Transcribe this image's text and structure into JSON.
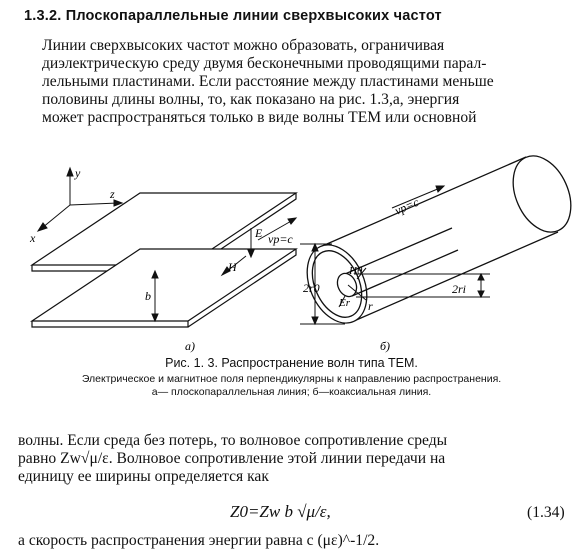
{
  "heading": "1.3.2. Плоскопараллельные линии сверхвысоких частот",
  "para1_lines": [
    "Линии сверхвысоких частот можно образовать, ограничивая",
    "диэлектрическую среду двумя бесконечными проводящими парал-",
    "лельными пластинами. Если расстояние между пластинами меньше",
    "половины длины волны, то, как показано на рис. 1.3,а, энергия",
    "может распространяться только в виде волны ТЕМ или основной"
  ],
  "figure": {
    "axis_y": "y",
    "axis_z": "z",
    "axis_x": "x",
    "label_E": "E",
    "label_vp": "vp=c",
    "label_H": "H",
    "label_b": "b",
    "label_a": "а)",
    "label_vp_coax": "vp=c",
    "label_Htheta": "Hθ",
    "label_Er": "Er",
    "label_r": "r",
    "label_2r0": "2r0",
    "label_2ri": "2ri",
    "label_b2": "б)"
  },
  "caption_title": "Рис. 1. 3. Распространение волн типа ТЕМ.",
  "caption_line1": "Электрическое и магнитное поля перпендикулярны к направлению распространения.",
  "caption_line2": "а— плоскопараллельная линия; б—коаксиальная линия.",
  "para2_lines": [
    "волны. Если среда без потерь, то волновое сопротивление среды",
    "равно Zw√μ/ε. Волновое сопротивление этой линии передачи на",
    "единицу ее ширины определяется как"
  ],
  "formula": "Z0=Zw b √μ/ε,",
  "equation_number": "(1.34)",
  "last_line": "а скорость распространения энергии равна c (με)^-1/2."
}
